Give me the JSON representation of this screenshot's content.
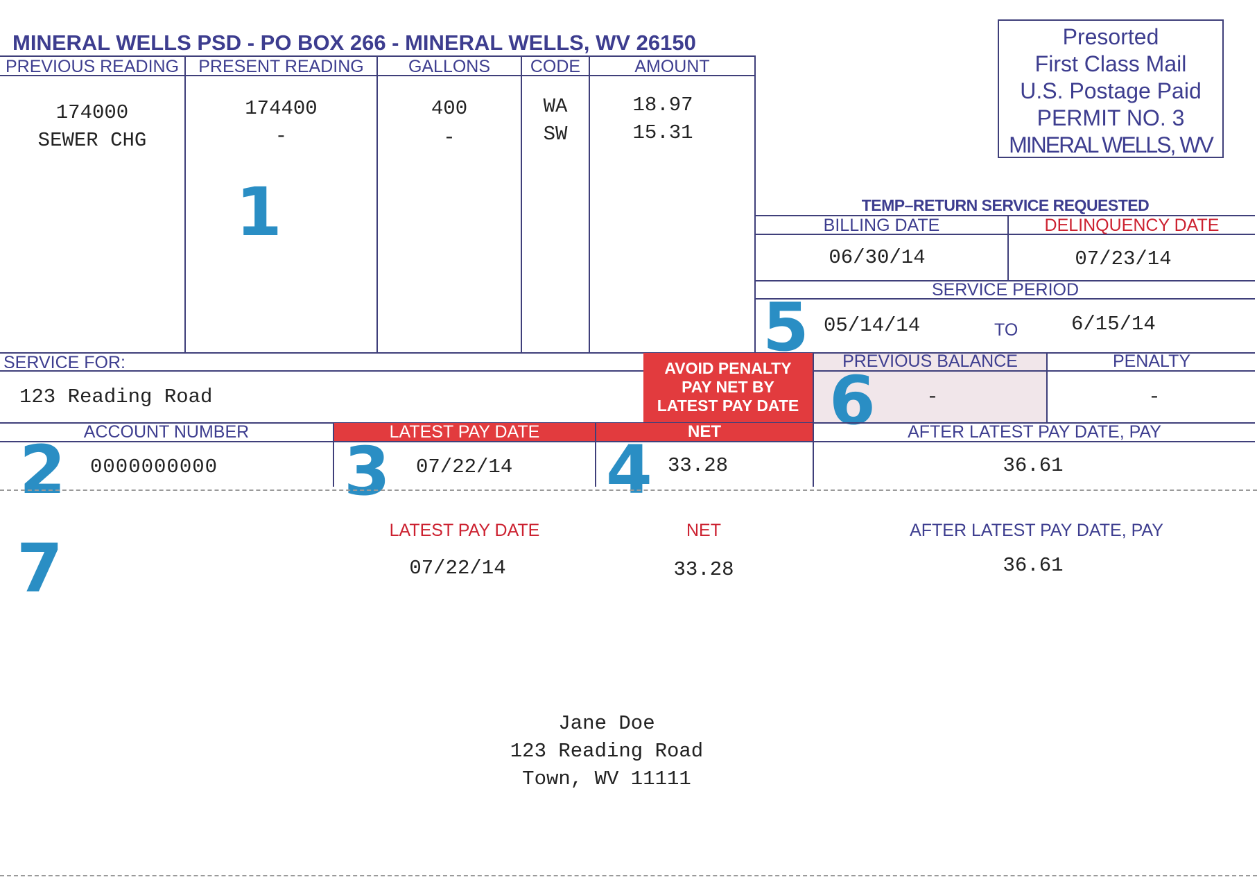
{
  "header": {
    "title": "MINERAL WELLS PSD - PO BOX 266 - MINERAL WELLS, WV 26150"
  },
  "postage": {
    "line1": "Presorted",
    "line2": "First Class Mail",
    "line3": "U.S. Postage Paid",
    "line4": "PERMIT NO. 3",
    "line5": "MINERAL WELLS, WV"
  },
  "usage_table": {
    "headers": {
      "previous": "PREVIOUS READING",
      "present": "PRESENT READING",
      "gallons": "GALLONS",
      "code": "CODE",
      "amount": "AMOUNT"
    },
    "rows": [
      {
        "previous": "174000",
        "present": "174400",
        "gallons": "400",
        "code": "WA",
        "amount": "18.97"
      },
      {
        "previous": "SEWER CHG",
        "present": "-",
        "gallons": "-",
        "code": "SW",
        "amount": "15.31"
      }
    ]
  },
  "return_service": "TEMP–RETURN SERVICE REQUESTED",
  "billing": {
    "billing_date_label": "BILLING DATE",
    "billing_date": "06/30/14",
    "delinquency_label": "DELINQUENCY DATE",
    "delinquency_date": "07/23/14",
    "service_period_label": "SERVICE PERIOD",
    "period_from": "05/14/14",
    "period_to_word": "TO",
    "period_to": "6/15/14"
  },
  "service_for": {
    "label": "SERVICE FOR:",
    "address": "123 Reading Road"
  },
  "penalty_notice": {
    "line1": "AVOID PENALTY",
    "line2": "PAY NET BY",
    "line3": "LATEST PAY DATE"
  },
  "balance": {
    "previous_label": "PREVIOUS BALANCE",
    "previous_value": "-",
    "penalty_label": "PENALTY",
    "penalty_value": "-"
  },
  "account": {
    "label": "ACCOUNT NUMBER",
    "number": "0000000000"
  },
  "payment": {
    "latest_pay_date_label": "LATEST PAY DATE",
    "latest_pay_date": "07/22/14",
    "net_label": "NET",
    "net": "33.28",
    "after_label": "AFTER LATEST PAY DATE, PAY",
    "after_amount": "36.61"
  },
  "stub": {
    "latest_pay_date_label": "LATEST PAY DATE",
    "latest_pay_date": "07/22/14",
    "net_label": "NET",
    "net": "33.28",
    "after_label": "AFTER LATEST PAY DATE, PAY",
    "after_amount": "36.61"
  },
  "mailing": {
    "name": "Jane Doe",
    "street": "123 Reading Road",
    "city": "Town, WV 11111"
  },
  "annotations": [
    "1",
    "2",
    "3",
    "4",
    "5",
    "6",
    "7"
  ],
  "colors": {
    "ink_blue": "#3d3d8f",
    "alert_red": "#e23b3e",
    "marker_blue": "#2a8ec4",
    "balance_shade": "#f1e6ea"
  }
}
